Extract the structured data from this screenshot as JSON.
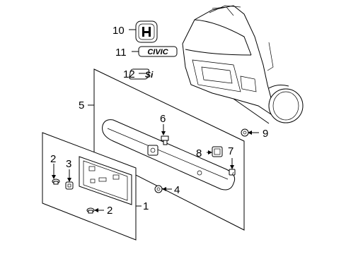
{
  "callouts": {
    "c1": "1",
    "c2a": "2",
    "c2b": "2",
    "c3": "3",
    "c4": "4",
    "c5": "5",
    "c6": "6",
    "c7": "7",
    "c8": "8",
    "c9": "9",
    "c10": "10",
    "c11": "11",
    "c12": "12"
  },
  "emblems": {
    "civic": "CIVIC",
    "si": "Si"
  }
}
